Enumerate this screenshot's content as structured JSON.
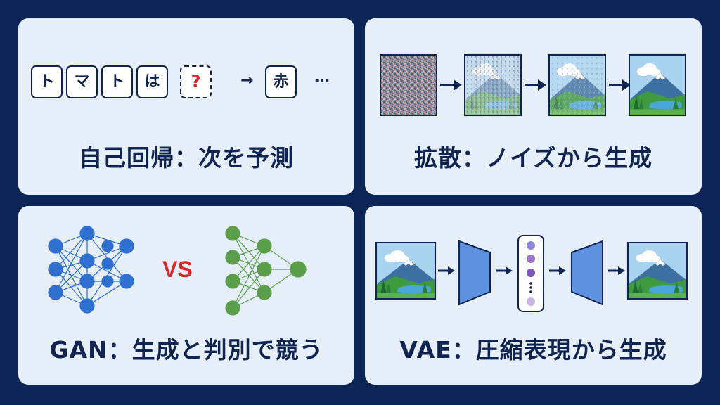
{
  "autoregressive": {
    "tokens": [
      "ト",
      "マ",
      "ト",
      "は"
    ],
    "mask": "?",
    "arrow": "→",
    "prediction": "赤",
    "ellipsis": "…",
    "caption": "自己回帰：次を予測"
  },
  "diffusion": {
    "caption": "拡散：ノイズから生成"
  },
  "gan": {
    "vs": "VS",
    "caption": "GAN：生成と判別で競う",
    "generator_color": "#2f6fd0",
    "discriminator_color": "#5a9e4a"
  },
  "vae": {
    "caption": "VAE：圧縮表現から生成",
    "latent_colors": [
      "#8e86d8",
      "#9a74c8",
      "#7b56b8",
      "#c8b4e0"
    ]
  },
  "colors": {
    "background": "#0c2557",
    "panel": "#e6eefa",
    "text": "#0f2450",
    "accent_red": "#d42a2a"
  }
}
